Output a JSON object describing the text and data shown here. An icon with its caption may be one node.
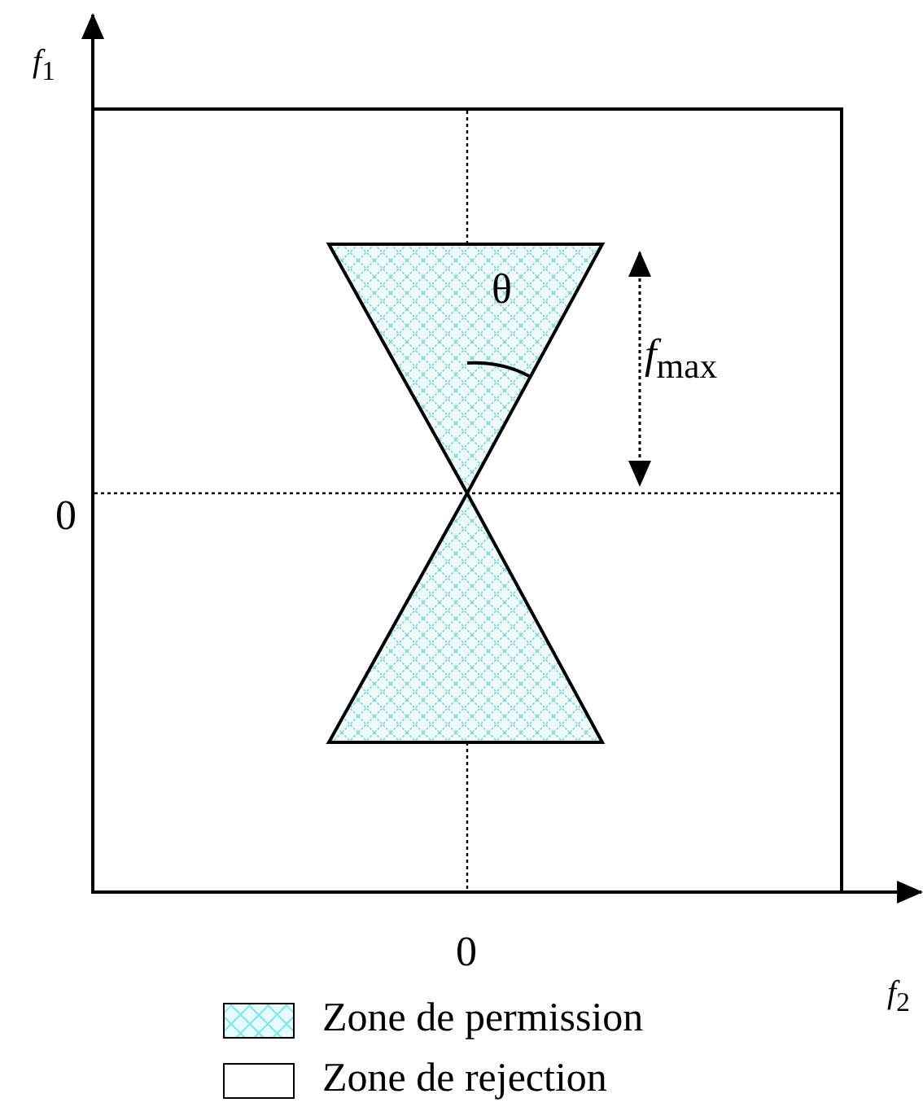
{
  "diagram": {
    "labels": [
      "*f*$_{1}$",
      "θ",
      "*f*$_{max}$",
      "0",
      "0",
      "*f*$_{2}$"
    ],
    "legend": [
      {
        "text": "Zone de permission"
      },
      {
        "text": "Zone de rejection"
      }
    ]
  }
}
